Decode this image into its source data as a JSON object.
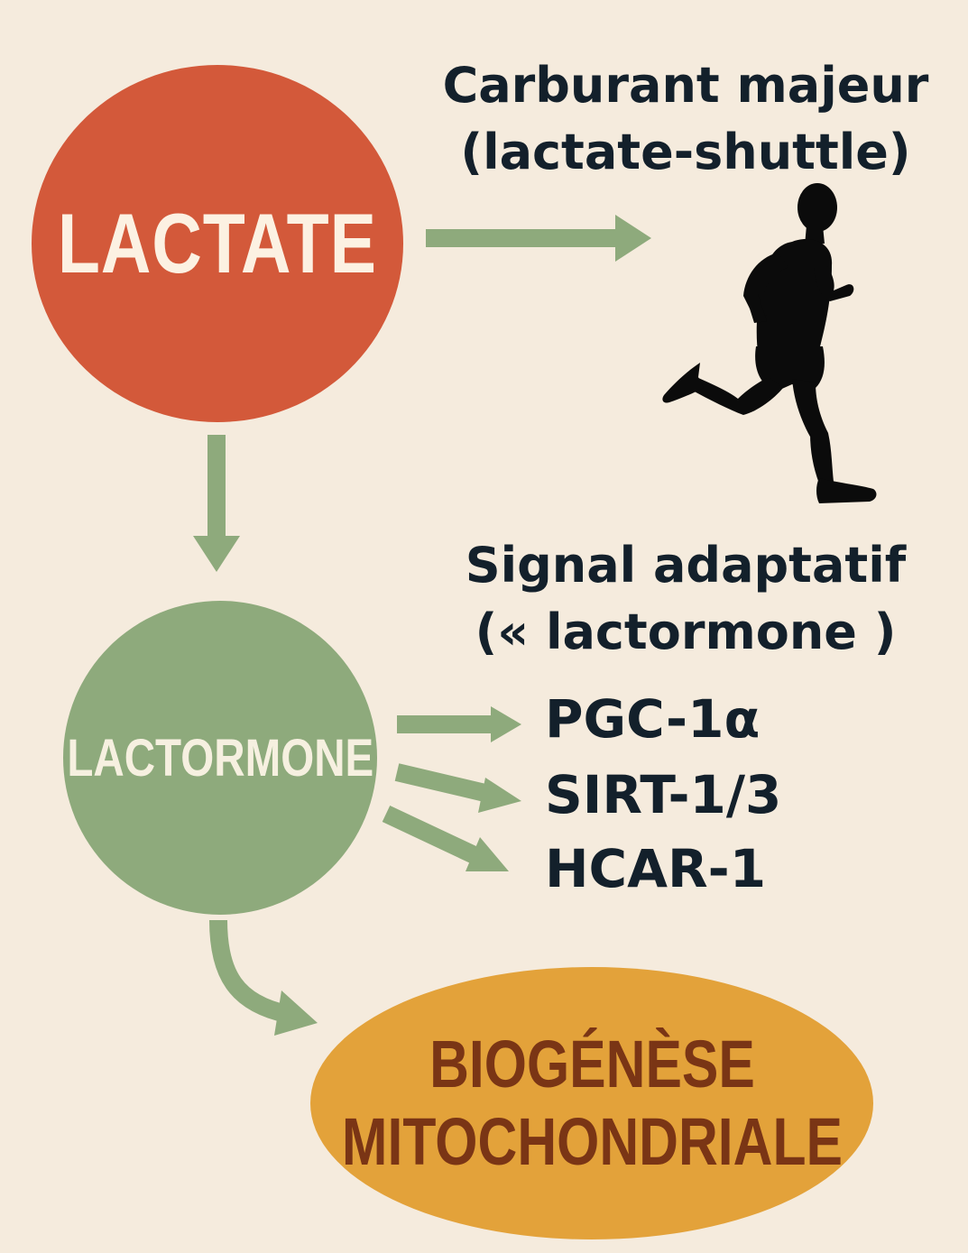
{
  "nodes": {
    "lactate": "LACTATE",
    "lactormone": "LACTORMONE",
    "biogenese": [
      "BIOGÉNÈSE",
      "MITOCHONDRIALE"
    ]
  },
  "captions": {
    "fuel": [
      "Carburant majeur",
      "(lactate-shuttle)"
    ],
    "signal": [
      "Signal adaptatif",
      "(« lactormone )"
    ]
  },
  "targets": [
    "PGC-1α",
    "SIRT-1/3",
    "HCAR-1"
  ],
  "icons": {
    "runner": "running-man-silhouette-icon"
  },
  "colors": {
    "background": "#f5ebdd",
    "lactate": "#d3593a",
    "lactormone": "#8eaa7c",
    "biogenese": "#e3a23a",
    "arrow": "#8eaa7c",
    "text": "#13202b"
  }
}
